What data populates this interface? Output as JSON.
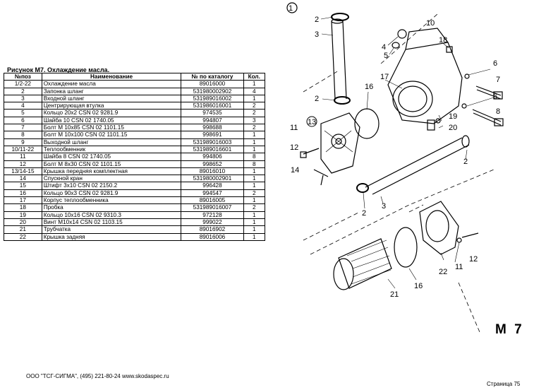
{
  "title": "Рисунок М7.  Охлаждение масла.",
  "table": {
    "headers": [
      "№поз",
      "Наименование",
      "№ по каталогу",
      "Кол."
    ],
    "rows": [
      [
        "1/2-22",
        "Охлаждение масла",
        "89016000",
        "1"
      ],
      [
        "2",
        "Запонка шланг",
        "531980002902",
        "4"
      ],
      [
        "3",
        "Входной шланг",
        "531989016002",
        "1"
      ],
      [
        "4",
        "Центрирующая втулка",
        "531986016001",
        "2"
      ],
      [
        "5",
        "Кольцо 20х2  CSN 02 9281.9",
        "974535",
        "2"
      ],
      [
        "6",
        "Шайба 10  CSN 02 1740.05",
        "994807",
        "3"
      ],
      [
        "7",
        "Болт М 10х85  CSN 02  1101.15",
        "998688",
        "2"
      ],
      [
        "8",
        "Болт М 10х100  CSN 02 1101.15",
        "998691",
        "1"
      ],
      [
        "9",
        "Выходной шланг",
        "531989016003",
        "1"
      ],
      [
        "10/11-22",
        "Теплообменник",
        "531989016601",
        "1"
      ],
      [
        "11",
        "Шайба 8  CSN 02 1740.05",
        "994806",
        "8"
      ],
      [
        "12",
        "Болт М 8х30  CSN 02 1101.15",
        "998652",
        "8"
      ],
      [
        "13/14-15",
        "Крышка передняя  комплектная",
        "89016010",
        "1"
      ],
      [
        "14",
        "Спускной кран",
        "531980002901",
        "1"
      ],
      [
        "15",
        "Штифт 3х10  CSN 02 2150.2",
        "996428",
        "1"
      ],
      [
        "16",
        "Кольцо 90х3  CSN 02 9281.9",
        "994547",
        "2"
      ],
      [
        "17",
        "Корпус теплообменника",
        "89016005",
        "1"
      ],
      [
        "18",
        "Пробка",
        "531989016007",
        "2"
      ],
      [
        "19",
        "Кольцо 10х16  CSN 02 9310.3",
        "972128",
        "1"
      ],
      [
        "20",
        "Винт М10х14  CSN 02 1103.15",
        "999022",
        "1"
      ],
      [
        "21",
        "Трубчатка",
        "89016902",
        "1"
      ],
      [
        "22",
        "Крышка задняя",
        "89016006",
        "1"
      ]
    ]
  },
  "diagram": {
    "label": "М 7",
    "callouts": [
      "1",
      "2",
      "3",
      "2",
      "4",
      "5",
      "10",
      "18",
      "6",
      "7",
      "6",
      "8",
      "16",
      "17",
      "13",
      "11",
      "12",
      "14",
      "19",
      "20",
      "2",
      "2",
      "3",
      "12",
      "11",
      "22",
      "21",
      "16"
    ]
  },
  "footer": {
    "company": "ООО \"ТСГ-СИГМА\", (495) 221-80-24 www.skodaspec.ru",
    "page": "Страница 75"
  }
}
